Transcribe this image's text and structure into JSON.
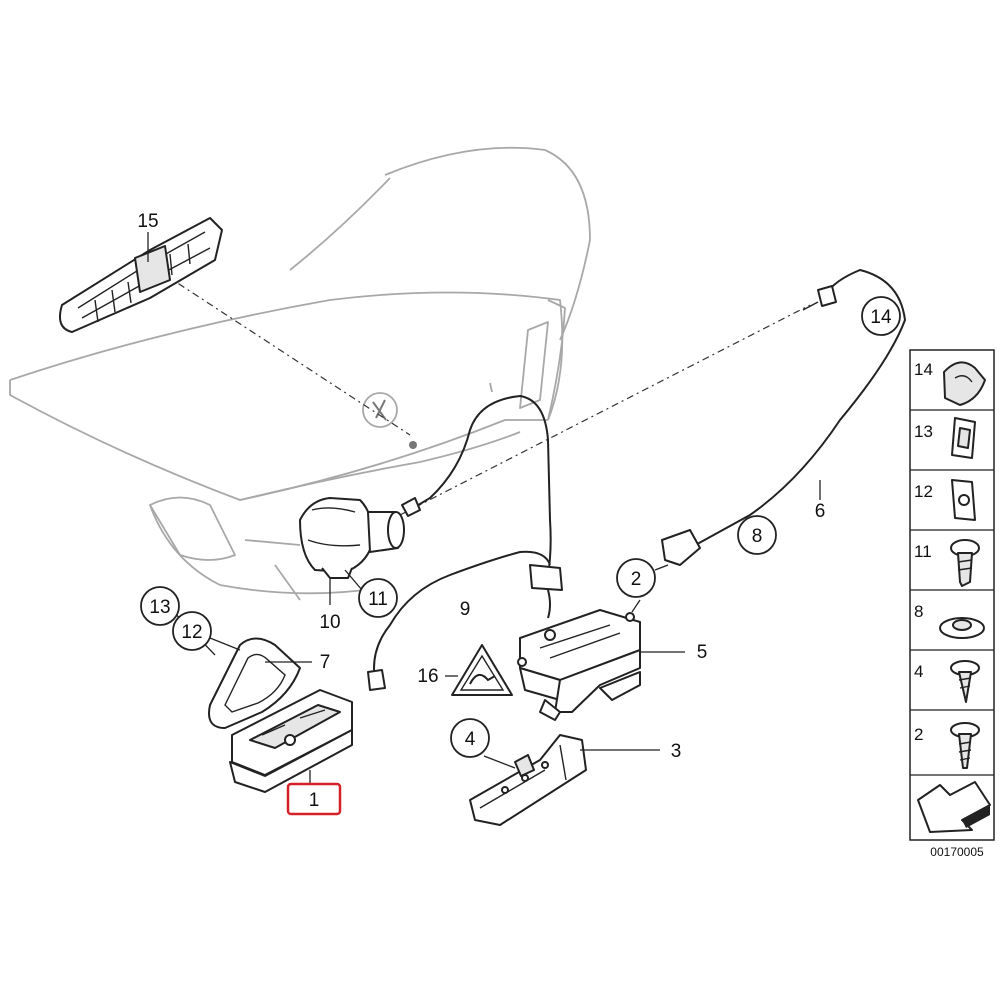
{
  "diagram": {
    "callouts": [
      {
        "id": "c15",
        "label": "15"
      },
      {
        "id": "c14",
        "label": "14"
      },
      {
        "id": "c6",
        "label": "6"
      },
      {
        "id": "c8",
        "label": "8"
      },
      {
        "id": "c2",
        "label": "2"
      },
      {
        "id": "c5",
        "label": "5"
      },
      {
        "id": "c9",
        "label": "9"
      },
      {
        "id": "c10",
        "label": "10"
      },
      {
        "id": "c11",
        "label": "11"
      },
      {
        "id": "c13",
        "label": "13"
      },
      {
        "id": "c12",
        "label": "12"
      },
      {
        "id": "c7",
        "label": "7"
      },
      {
        "id": "c16",
        "label": "16"
      },
      {
        "id": "c4",
        "label": "4"
      },
      {
        "id": "c3",
        "label": "3"
      },
      {
        "id": "c1",
        "label": "1"
      }
    ],
    "highlight_color": "#d62027",
    "side_panel": {
      "items": [
        {
          "label": "14",
          "icon": "cable-clip-icon"
        },
        {
          "label": "13",
          "icon": "clip-nut-icon"
        },
        {
          "label": "12",
          "icon": "spring-nut-icon"
        },
        {
          "label": "11",
          "icon": "bolt-icon"
        },
        {
          "label": "8",
          "icon": "grommet-icon"
        },
        {
          "label": "4",
          "icon": "screw-icon"
        },
        {
          "label": "2",
          "icon": "screw-icon"
        }
      ]
    },
    "diagram_code": "00170005"
  }
}
